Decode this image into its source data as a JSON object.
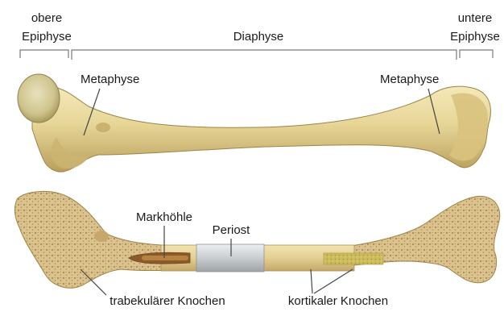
{
  "labels": {
    "upper_epiphysis_line1": "obere",
    "upper_epiphysis_line2": "Epiphyse",
    "diaphysis": "Diaphyse",
    "lower_epiphysis_line1": "untere",
    "lower_epiphysis_line2": "Epiphyse",
    "metaphysis_left": "Metaphyse",
    "metaphysis_right": "Metaphyse",
    "marrow_cavity": "Markhöhle",
    "periosteum": "Periost",
    "trabecular_bone": "trabekulärer Knochen",
    "cortical_bone": "kortikaler Knochen"
  },
  "colors": {
    "bone_light": "#efe2a6",
    "bone_mid": "#dcc886",
    "bone_shadow": "#b89c55",
    "head": "#d4c996",
    "spongy": "#d9c08a",
    "spongy_dots": "#a58a55",
    "marrow": "#8c5a2a",
    "periosteum": "#cfd2d4",
    "yellow_marrow": "#c9b85a",
    "line": "#555555"
  }
}
